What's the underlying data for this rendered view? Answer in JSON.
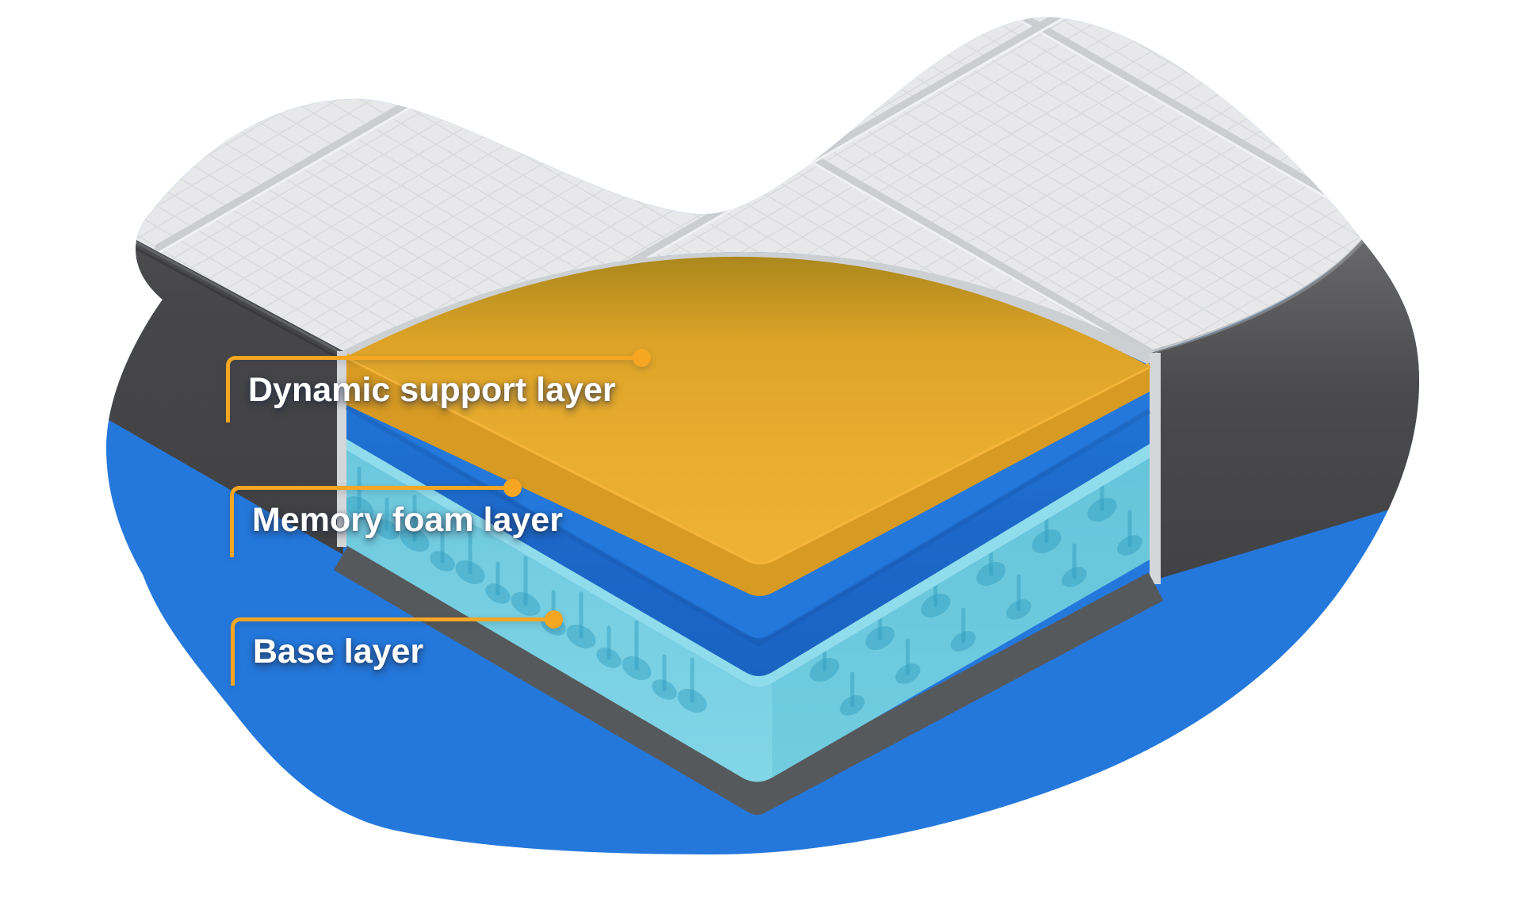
{
  "illustration": {
    "subject": "mattress-layers-cutaway"
  },
  "callouts": [
    {
      "label": "Dynamic support layer"
    },
    {
      "label": "Memory foam layer"
    },
    {
      "label": "Base layer"
    }
  ],
  "palette": {
    "background": "#FFFFFF",
    "blob": "#2478DC",
    "accent": "#F6A623",
    "label_text": "#FFFFFF",
    "cover_top": "#E8E8EA",
    "cover_side": "#48484A",
    "cover_rim": "#CDD0D3",
    "dynamic_support_layer": "#E6A92D",
    "memory_foam_layer": "#1E6CCB",
    "base_layer": "#6FCADF",
    "base_platform": "#56595B"
  }
}
